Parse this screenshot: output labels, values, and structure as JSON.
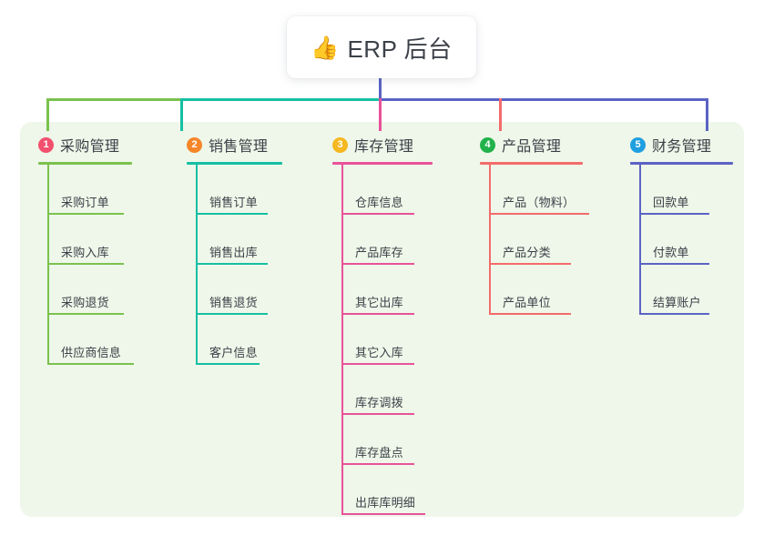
{
  "header": {
    "icon": "thumbs-up-emoji",
    "icon_glyph": "👍",
    "title": "ERP 后台"
  },
  "colors": {
    "panel_bg": "#eef7e9",
    "card_bg": "#ffffff",
    "text": "#3c4149",
    "green": "#7ac24e",
    "teal": "#16bfa3",
    "pink": "#e8529a",
    "red": "#f36b6b",
    "blue": "#5b63c4",
    "badge_1": "#f2506e",
    "badge_2": "#f5862a",
    "badge_3": "#f5b820",
    "badge_4": "#22b24c",
    "badge_5": "#1f9fe0"
  },
  "columns": [
    {
      "number": "1",
      "title": "采购管理",
      "badge_color": "#f2506e",
      "line_color": "#7ac24e",
      "items": [
        "采购订单",
        "采购入库",
        "采购退货",
        "供应商信息"
      ]
    },
    {
      "number": "2",
      "title": "销售管理",
      "badge_color": "#f5862a",
      "line_color": "#16bfa3",
      "items": [
        "销售订单",
        "销售出库",
        "销售退货",
        "客户信息"
      ]
    },
    {
      "number": "3",
      "title": "库存管理",
      "badge_color": "#f5b820",
      "line_color": "#e8529a",
      "items": [
        "仓库信息",
        "产品库存",
        "其它出库",
        "其它入库",
        "库存调拨",
        "库存盘点",
        "出库库明细"
      ]
    },
    {
      "number": "4",
      "title": "产品管理",
      "badge_color": "#22b24c",
      "line_color": "#f36b6b",
      "items": [
        "产品（物料）",
        "产品分类",
        "产品单位"
      ]
    },
    {
      "number": "5",
      "title": "财务管理",
      "badge_color": "#1f9fe0",
      "line_color": "#5b63c4",
      "items": [
        "回款单",
        "付款单",
        "结算账户"
      ]
    }
  ]
}
